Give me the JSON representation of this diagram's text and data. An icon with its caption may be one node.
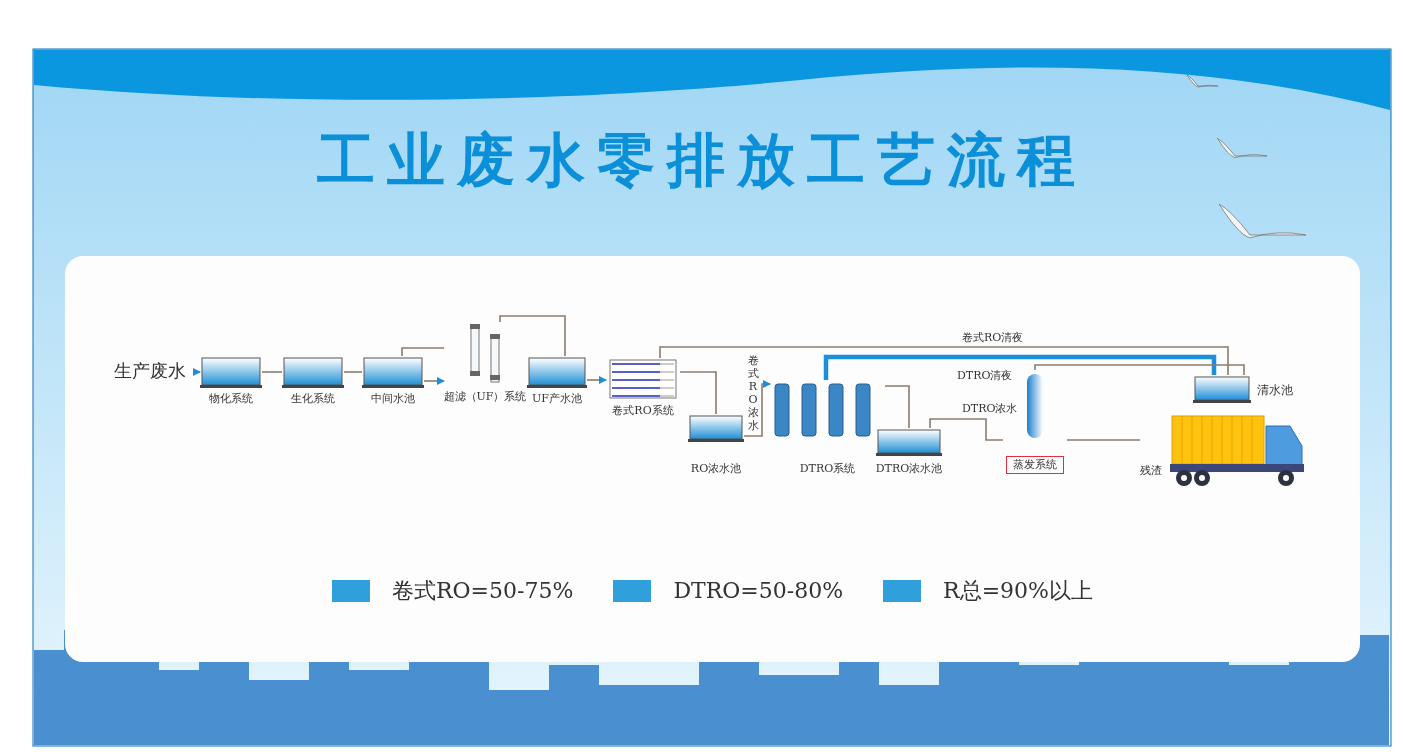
{
  "diagram": {
    "title": "工业废水零排放工艺流程",
    "nodes": [
      {
        "text": [
          "生产废水"
        ]
      },
      {
        "text": [
          "物化系统"
        ]
      },
      {
        "text": [
          "生化系统"
        ]
      },
      {
        "text": [
          "中间水池"
        ]
      },
      {
        "text": [
          "超滤（UF）系统"
        ]
      },
      {
        "text": [
          "UF产水池"
        ]
      },
      {
        "text": [
          "卷式RO系统"
        ]
      },
      {
        "text": [
          "RO浓水池"
        ]
      },
      {
        "text": [
          "DTRO系统"
        ]
      },
      {
        "text": [
          "DTRO浓水池"
        ]
      },
      {
        "text": [
          "蒸发系统"
        ]
      },
      {
        "text": [
          "清水池"
        ]
      },
      {
        "text": [
          "残渣"
        ]
      }
    ],
    "edges": [
      {
        "from": 0,
        "to": 1,
        "arrow": "to"
      },
      {
        "from": 1,
        "to": 2,
        "arrow": "none"
      },
      {
        "from": 2,
        "to": 3,
        "arrow": "none"
      },
      {
        "from": 3,
        "to": 4,
        "arrow": "to"
      },
      {
        "from": 3,
        "to": 4,
        "arrow": "none"
      },
      {
        "from": 4,
        "to": 5,
        "arrow": "none"
      },
      {
        "from": 5,
        "to": 6,
        "arrow": "to"
      },
      {
        "from": 6,
        "to": 7,
        "arrow": "none"
      },
      {
        "from": 6,
        "to": 11,
        "arrow": "none",
        "label": "卷式RO清夜"
      },
      {
        "from": 7,
        "to": 8,
        "arrow": "to",
        "label": "卷式RO浓水"
      },
      {
        "from": 8,
        "to": 9,
        "arrow": "none"
      },
      {
        "from": 8,
        "to": 11,
        "arrow": "none",
        "label": "DTRO清夜",
        "style": "thick",
        "color": "#1b8fdc"
      },
      {
        "from": 9,
        "to": 10,
        "arrow": "none",
        "label": "DTRO浓水"
      },
      {
        "from": 10,
        "to": 11,
        "arrow": "none"
      },
      {
        "from": 10,
        "to": 12,
        "arrow": "none"
      }
    ],
    "legend": [
      {
        "text": "卷式RO=50-75%",
        "color": "#2fa0dc"
      },
      {
        "text": "DTRO=50-80%",
        "color": "#2fa0dc"
      },
      {
        "text": "R总=90%以上",
        "color": "#2fa0dc"
      }
    ]
  }
}
